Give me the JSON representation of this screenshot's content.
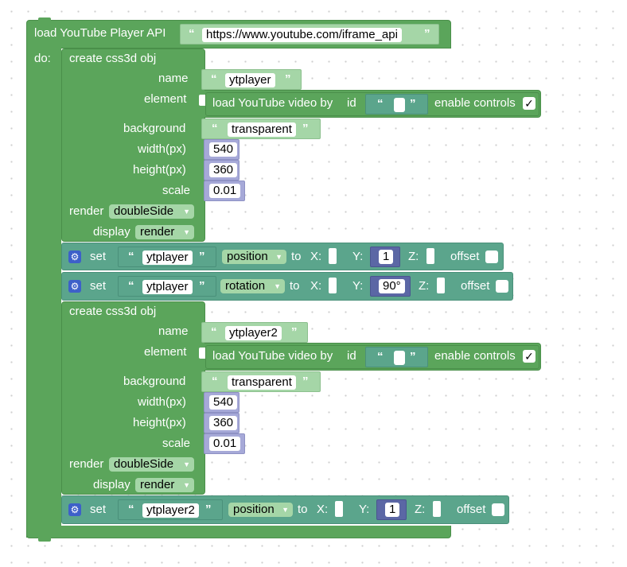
{
  "outer": {
    "title": "load YouTube Player API",
    "url": "https://www.youtube.com/iframe_api",
    "do_label": "do:"
  },
  "css3d": [
    {
      "title": "create css3d obj",
      "name_label": "name",
      "name_value": "ytplayer",
      "element_label": "element",
      "video_label": "load YouTube video by",
      "id_label": "id",
      "id_value": "",
      "controls_label": "enable controls",
      "controls_checked": "✓",
      "background_label": "background",
      "background_value": "transparent",
      "width_label": "width(px)",
      "width_value": "540",
      "height_label": "height(px)",
      "height_value": "360",
      "scale_label": "scale",
      "scale_value": "0.01",
      "render_label": "render",
      "render_value": "doubleSide",
      "display_label": "display",
      "display_value": "render"
    },
    {
      "title": "create css3d obj",
      "name_label": "name",
      "name_value": "ytplayer2",
      "element_label": "element",
      "video_label": "load YouTube video by",
      "id_label": "id",
      "id_value": "",
      "controls_label": "enable controls",
      "controls_checked": "✓",
      "background_label": "background",
      "background_value": "transparent",
      "width_label": "width(px)",
      "width_value": "540",
      "height_label": "height(px)",
      "height_value": "360",
      "scale_label": "scale",
      "scale_value": "0.01",
      "render_label": "render",
      "render_value": "doubleSide",
      "display_label": "display",
      "display_value": "render"
    }
  ],
  "sets": [
    {
      "set_label": "set",
      "target": "ytplayer",
      "property": "position",
      "to_label": "to",
      "x_label": "X:",
      "y_label": "Y:",
      "y_value": "1",
      "z_label": "Z:",
      "offset_label": "offset"
    },
    {
      "set_label": "set",
      "target": "ytplayer",
      "property": "rotation",
      "to_label": "to",
      "x_label": "X:",
      "y_label": "Y:",
      "y_value": "90°",
      "z_label": "Z:",
      "offset_label": "offset"
    },
    {
      "set_label": "set",
      "target": "ytplayer2",
      "property": "position",
      "to_label": "to",
      "x_label": "X:",
      "y_label": "Y:",
      "y_value": "1",
      "z_label": "Z:",
      "offset_label": "offset"
    }
  ],
  "icons": {
    "gear": "gear-icon",
    "dropdown": "dropdown-arrow-icon",
    "quote_open": "“",
    "quote_close": "”"
  },
  "colors": {
    "event_block": "#5ba55b",
    "text_block": "#a5d6a7",
    "text_block_dark": "#5ba58c",
    "math_block": "#a6a9d8",
    "math_block_dark": "#5b67a5",
    "gear": "#3d60c9"
  }
}
